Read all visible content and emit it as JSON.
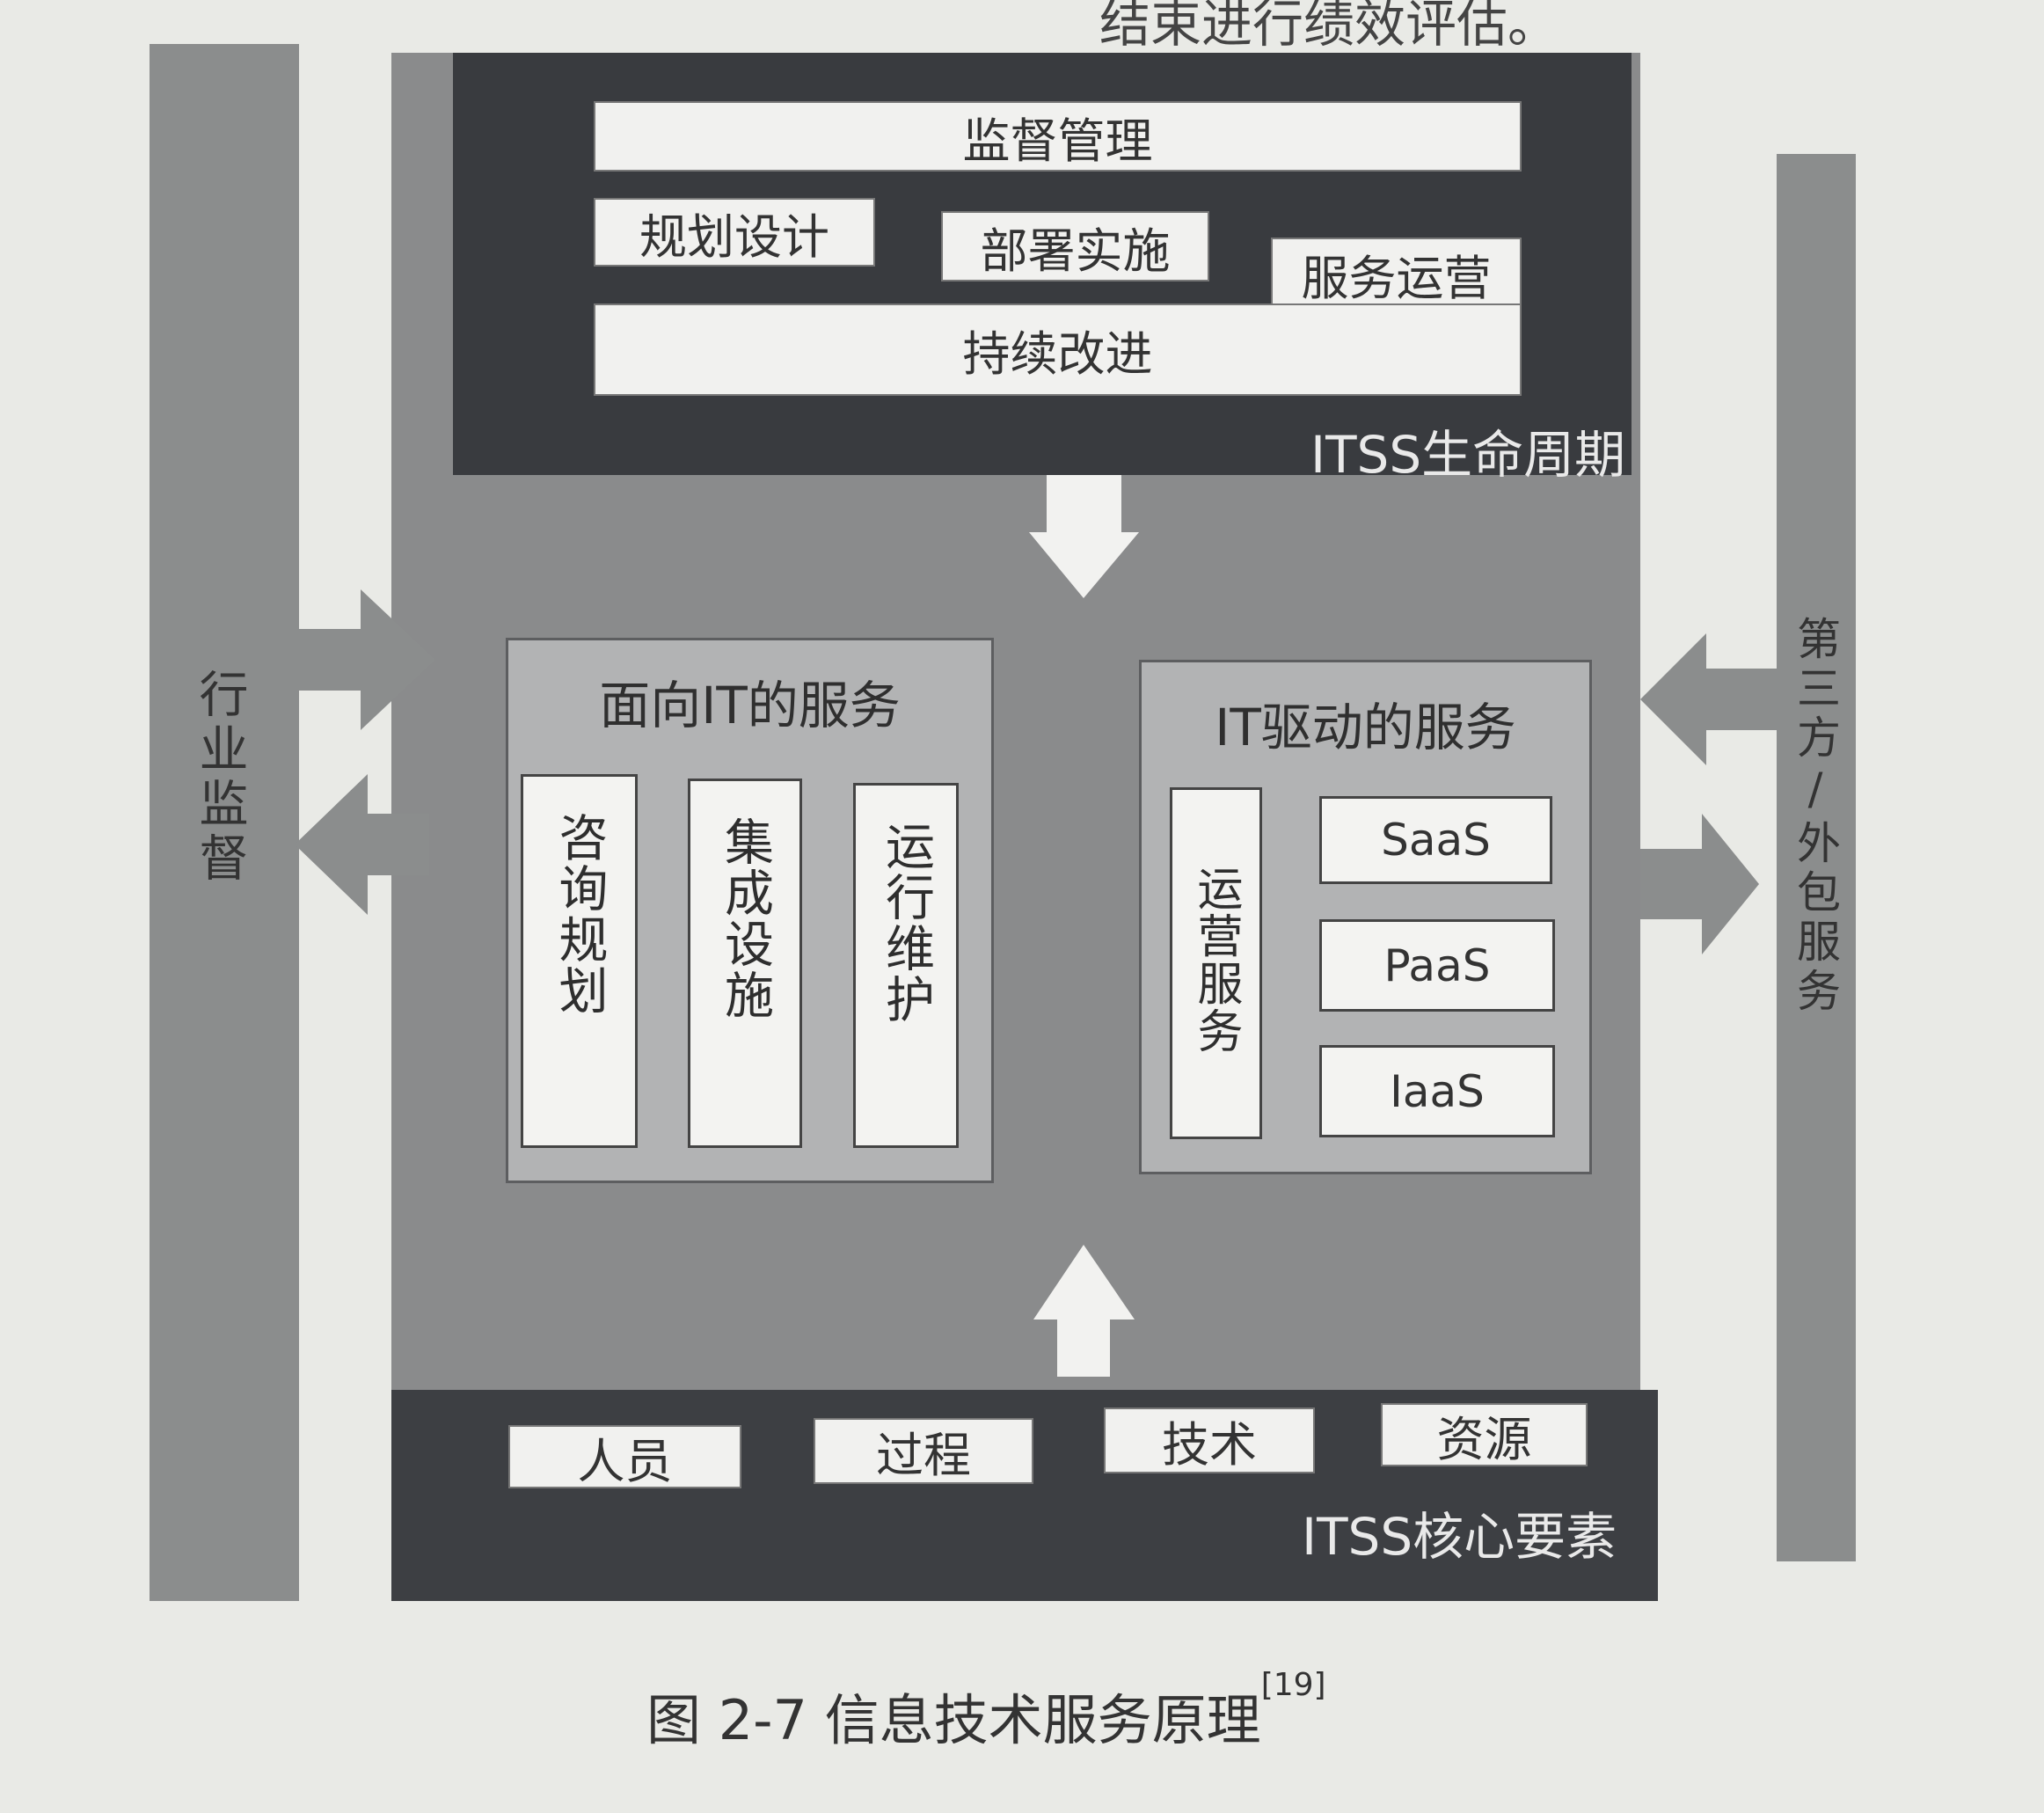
{
  "page_top_text": "结束进行绩效评估。",
  "left_sidebar": {
    "label": "行业监督"
  },
  "right_sidebar": {
    "label": "第三方/外包服务"
  },
  "lifecycle": {
    "items": [
      "监督管理",
      "规划设计",
      "部署实施",
      "服务运营",
      "持续改进"
    ],
    "label": "ITSS生命周期"
  },
  "it_oriented": {
    "title": "面向IT的服务",
    "items": [
      "咨询规划",
      "集成设施",
      "运行维护"
    ]
  },
  "it_driven": {
    "title": "IT驱动的服务",
    "ops": "运营服务",
    "items": [
      "SaaS",
      "PaaS",
      "IaaS"
    ]
  },
  "core": {
    "items": [
      "人员",
      "过程",
      "技术",
      "资源"
    ],
    "label": "ITSS核心要素"
  },
  "caption": {
    "text": "图 2-7   信息技术服务原理",
    "ref": "[19]"
  },
  "colors": {
    "page": "#e9eae6",
    "dark_band": "#393b3f",
    "panel": "#8a8b8c",
    "sidebar": "#8b8d8d",
    "light_box": "#f1f1ef",
    "arrow": "#f2f2f0"
  }
}
